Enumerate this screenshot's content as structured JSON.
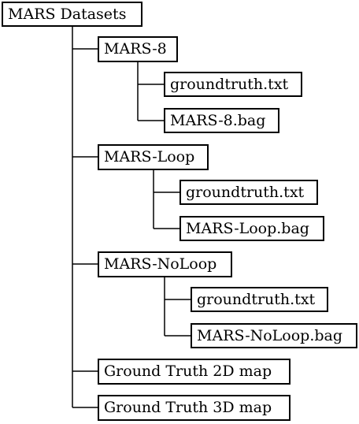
{
  "tree": {
    "root": {
      "label": "MARS Datasets"
    },
    "groups": [
      {
        "label": "MARS-8",
        "files": [
          {
            "label": "groundtruth.txt"
          },
          {
            "label": "MARS-8.bag"
          }
        ]
      },
      {
        "label": "MARS-Loop",
        "files": [
          {
            "label": "groundtruth.txt"
          },
          {
            "label": "MARS-Loop.bag"
          }
        ]
      },
      {
        "label": "MARS-NoLoop",
        "files": [
          {
            "label": "groundtruth.txt"
          },
          {
            "label": "MARS-NoLoop.bag"
          }
        ]
      }
    ],
    "maps": [
      {
        "label": "Ground Truth 2D map"
      },
      {
        "label": "Ground Truth 3D map"
      }
    ]
  }
}
